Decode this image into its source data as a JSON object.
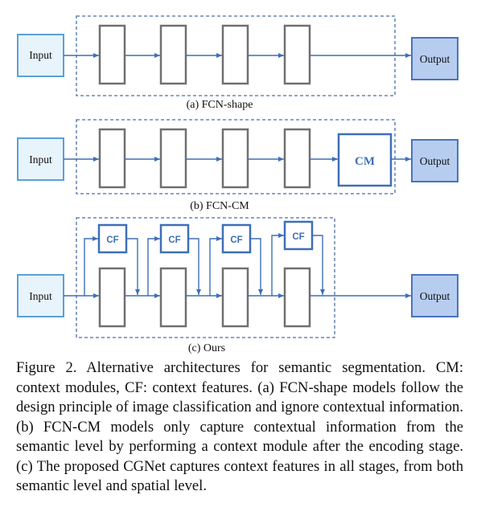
{
  "panels": {
    "a": {
      "caption": "(a) FCN-shape",
      "input": "Input",
      "output": "Output"
    },
    "b": {
      "caption": "(b) FCN-CM",
      "input": "Input",
      "output": "Output",
      "cm": "CM"
    },
    "c": {
      "caption": "(c) Ours",
      "input": "Input",
      "output": "Output",
      "cf": [
        "CF",
        "CF",
        "CF",
        "CF"
      ]
    }
  },
  "figure_caption": "Figure 2. Alternative architectures for semantic segmentation. CM: context modules, CF: context features. (a) FCN-shape models follow the design principle of image classification and ignore contextual information. (b) FCN-CM models only capture contextual information from the semantic level by performing a context module after the encoding stage. (c) The proposed CGNet captures context features in all stages, from both semantic level and spatial level.",
  "colors": {
    "arrow": "#3f6fb6",
    "block_stroke": "#707070",
    "input_fill": "#e8f4fc",
    "input_stroke": "#5aa0d8",
    "output_fill": "#b7cdf0",
    "output_stroke": "#4a72bf",
    "cm_stroke": "#3f6fb6",
    "dashed": "#4a6ea8"
  }
}
